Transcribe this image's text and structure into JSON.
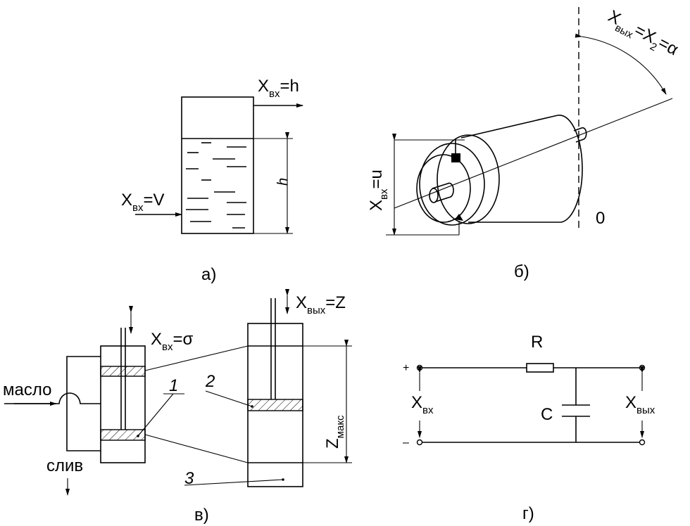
{
  "panel_a": {
    "caption": "а)",
    "out_main": "X",
    "out_sub": "вх",
    "out_rest": "=h",
    "in_main": "X",
    "in_sub": "вх",
    "in_rest": "=V",
    "level_label": "h"
  },
  "panel_b": {
    "caption": "б)",
    "in_main": "X",
    "in_sub": "вх",
    "in_rest": "=u",
    "out_main": "X",
    "out_sub": "вых",
    "out_mid": "=X",
    "out_sub2": "2",
    "out_rest": "=α",
    "zero_label": "0"
  },
  "panel_v": {
    "caption": "в)",
    "in_main": "X",
    "in_sub": "вх",
    "in_rest": "=σ",
    "out_main": "X",
    "out_sub": "вых",
    "out_rest": "=Z",
    "oil_label": "масло",
    "drain_label": "слив",
    "label_1": "1",
    "label_2": "2",
    "label_3": "3",
    "stroke_main": "Z",
    "stroke_sub": "макс"
  },
  "panel_g": {
    "caption": "г)",
    "resistor_label": "R",
    "capacitor_label": "C",
    "plus_label": "+",
    "minus_label": "–",
    "in_main": "X",
    "in_sub": "вх",
    "out_main": "X",
    "out_sub": "вых"
  }
}
